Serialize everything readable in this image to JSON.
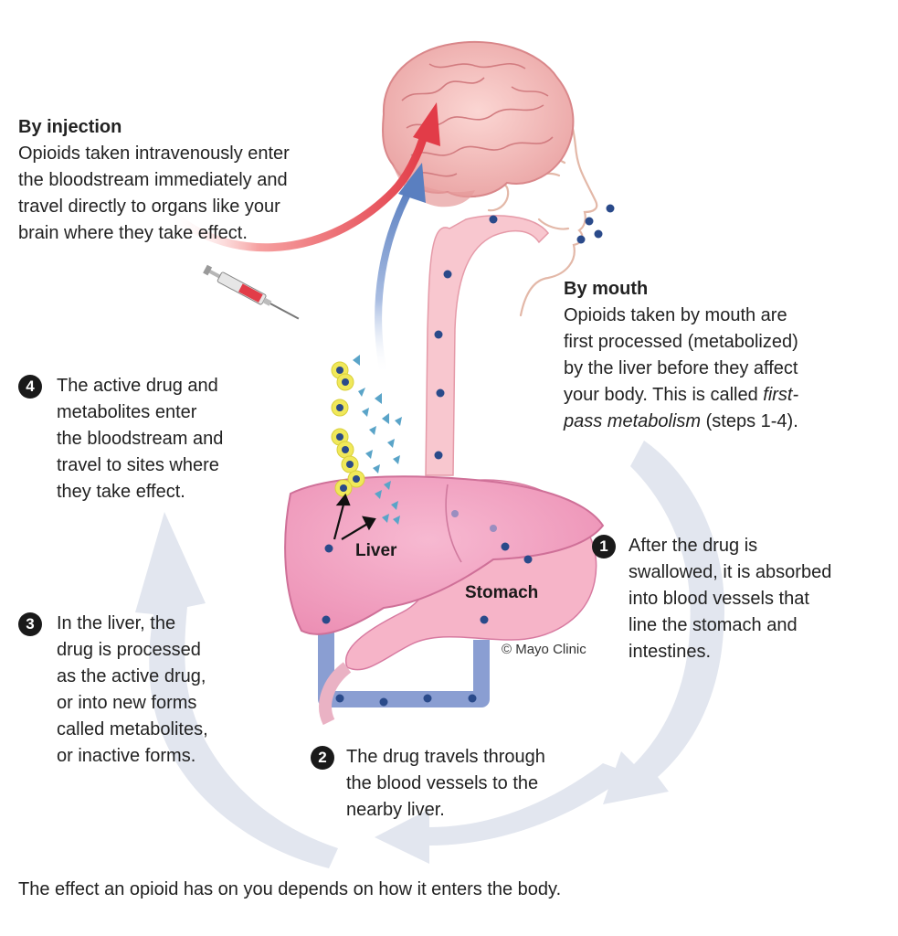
{
  "injection": {
    "heading": "By injection",
    "lines": [
      "Opioids taken intravenously enter",
      "the bloodstream immediately and",
      "travel directly to organs like your",
      "brain where they take effect."
    ]
  },
  "mouth": {
    "heading": "By mouth",
    "lines": [
      "Opioids taken by mouth are",
      "first processed (metabolized)",
      "by the liver before they affect",
      "your body. This is called "
    ],
    "italic_1": "first-",
    "italic_2": "pass metabolism",
    "tail": " (steps 1-4)."
  },
  "steps": [
    {
      "number": "1",
      "lines": [
        "After the drug is",
        "swallowed, it is absorbed",
        "into blood vessels that",
        "line the stomach and",
        "intestines."
      ]
    },
    {
      "number": "2",
      "lines": [
        "The drug travels through",
        "the blood vessels to the",
        "nearby liver."
      ]
    },
    {
      "number": "3",
      "lines": [
        "In the liver, the",
        "drug is processed",
        "as the active drug,",
        "or into new forms",
        "called metabolites,",
        "or inactive forms."
      ]
    },
    {
      "number": "4",
      "lines": [
        "The active drug and",
        "metabolites enter",
        "the bloodstream and",
        "travel to sites where",
        "they take effect."
      ]
    }
  ],
  "labels": {
    "liver": "Liver",
    "stomach": "Stomach",
    "credit": "© Mayo Clinic"
  },
  "footer": "The effect an opioid has on you depends on how it enters the body.",
  "icons": [
    "brain-illustration",
    "syringe-illustration",
    "liver-illustration",
    "stomach-illustration",
    "esophagus-illustration",
    "blood-vessel-illustration"
  ],
  "colors": {
    "cycle_arrow": "#dde2ec",
    "injection_arrow": "#e8545a",
    "bloodstream_arrow": "#6f8fc7",
    "organ_pink": "#f4a6c2",
    "vessel_blue": "#8a9ed2",
    "drug_dot": "#2a4a8a",
    "metabolite_triangle": "#5aa4c8",
    "metabolite_ring": "#e8e04a"
  }
}
